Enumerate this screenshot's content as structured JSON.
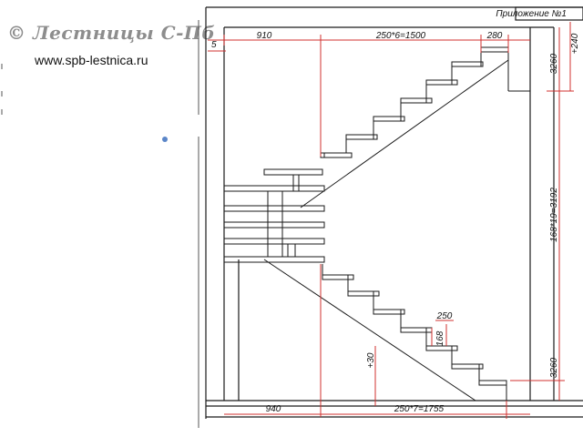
{
  "header": {
    "watermark": "© Лестницы С-Пб",
    "website": "www.spb-lestnica.ru"
  },
  "drawing": {
    "title": "Приложение №1",
    "top_dimensions": {
      "landing_width": "910",
      "run_upper": "250*6=1500",
      "last_tread": "280",
      "offset": "5"
    },
    "bottom_dimensions": {
      "landing_width": "940",
      "run_lower": "250*7=1755"
    },
    "right_dimensions": {
      "top_offset": "+240",
      "upper_height": "3260",
      "total_height": "168*19=3192",
      "lower_height": "3260"
    },
    "inner_dimensions": {
      "tread": "250",
      "riser": "168",
      "floor_offset": "+30"
    }
  },
  "colors": {
    "line": "#1a1a1a",
    "dimension": "#d0302f"
  },
  "icons": [
    "scroll-position-marker"
  ]
}
